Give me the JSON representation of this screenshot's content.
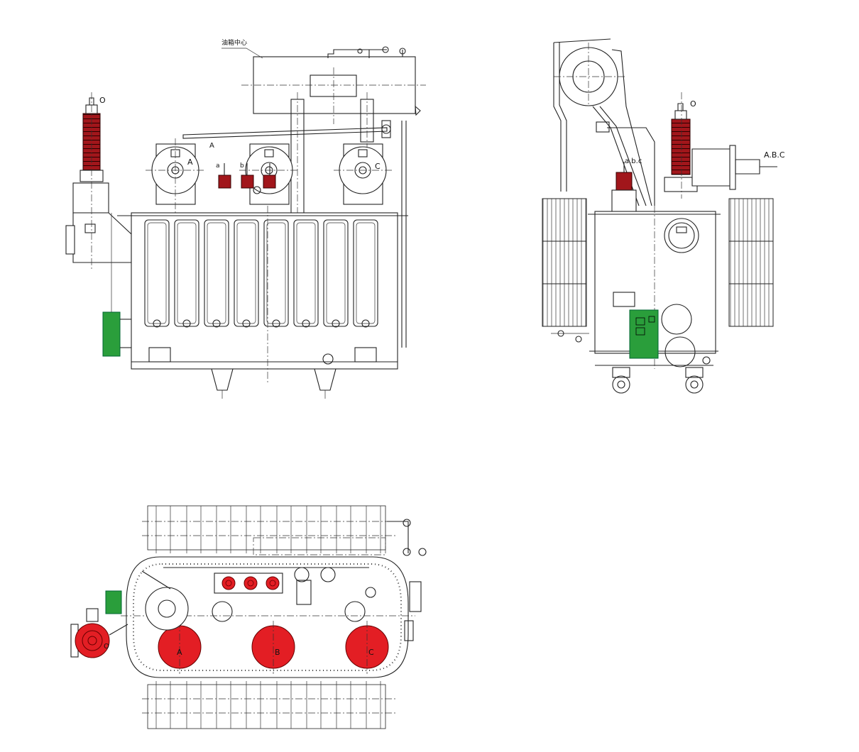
{
  "colors": {
    "line": "#222222",
    "bushing_red": "#a1161b",
    "flange_red": "#e31e24",
    "cabinet_green": "#2a9e3b"
  },
  "front_view": {
    "conservator_label": "油箱中心",
    "bushing_hv_label": "O",
    "phase_a": "A",
    "phase_a_top": "A",
    "phase_c": "C",
    "lv_label_a": "a",
    "lv_label_b": "b"
  },
  "side_view": {
    "bushing_hv_label": "O",
    "lv_group_label": "a.b.c",
    "hv_group_label": "A.B.C"
  },
  "top_view": {
    "phase_a": "A",
    "phase_b": "B",
    "phase_c": "C",
    "neutral": "O"
  }
}
